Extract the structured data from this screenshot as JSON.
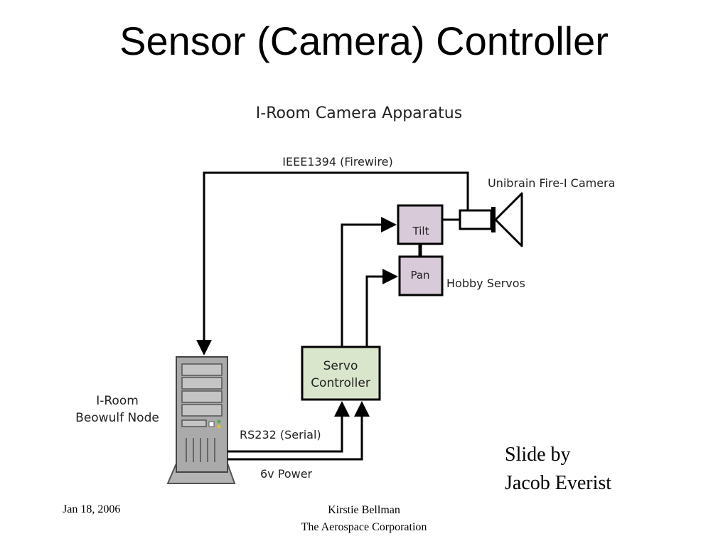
{
  "slide": {
    "title": "Sensor (Camera) Controller"
  },
  "diagram": {
    "heading": "I-Room Camera Apparatus",
    "firewire_label": "IEEE1394 (Firewire)",
    "camera_label": "Unibrain Fire-I Camera",
    "tilt_label": "Tilt",
    "pan_label": "Pan",
    "servos_label": "Hobby Servos",
    "servo_controller_line1": "Servo",
    "servo_controller_line2": "Controller",
    "node_line1": "I-Room",
    "node_line2": "Beowulf Node",
    "serial_label": "RS232 (Serial)",
    "power_label": "6v Power"
  },
  "credit": {
    "line1": "Slide by",
    "line2": "Jacob Everist"
  },
  "footer": {
    "date": "Jan 18, 2006",
    "author": "Kirstie Bellman",
    "organization": "The Aerospace Corporation"
  },
  "colors": {
    "servo_box": "#dae6cc",
    "servo_motor_box": "#d8cad8",
    "computer_case": "#aaaaaa",
    "line": "#000000"
  }
}
